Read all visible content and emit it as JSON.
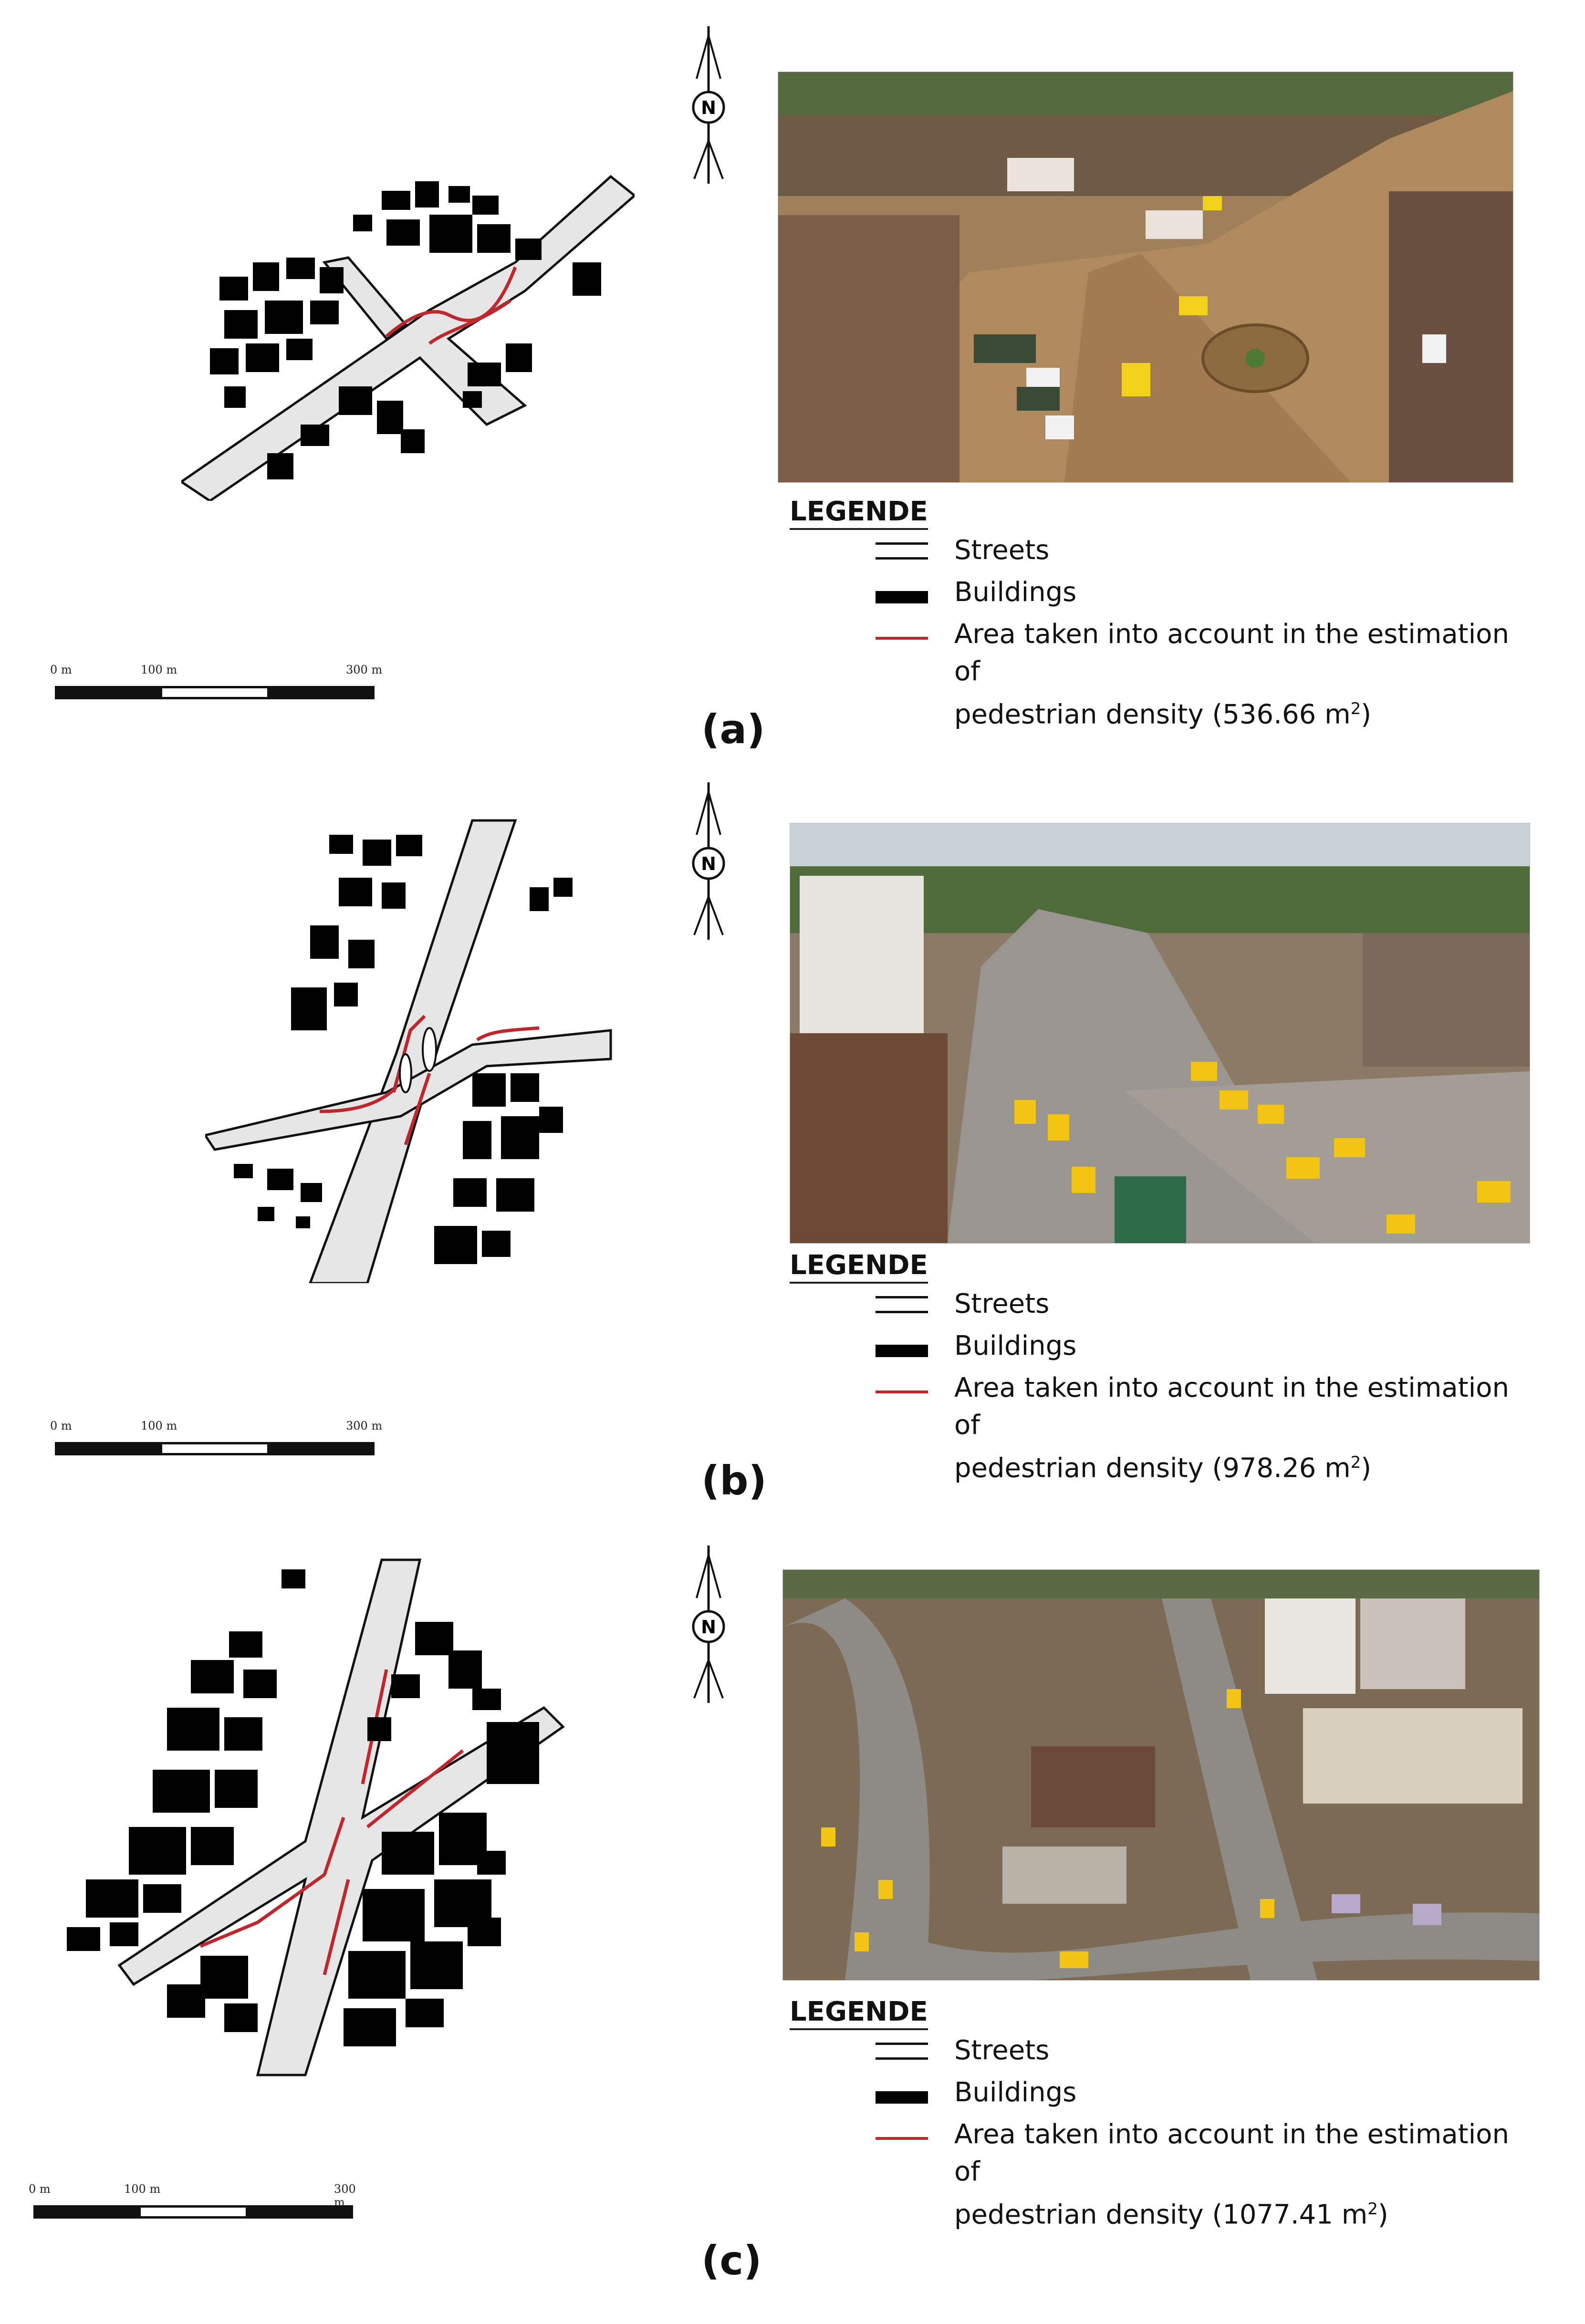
{
  "panels": [
    {
      "id": "a",
      "label": "(a)",
      "legend": {
        "title": "LEGENDE",
        "streets": "Streets",
        "buildings": "Buildings",
        "area_line1": "Area taken into account in the estimation of",
        "area_line2_prefix": "pedestrian density (",
        "area_value": "536.66",
        "area_unit": "m",
        "area_sup": "2",
        "area_suffix": ")"
      },
      "scale": {
        "zero": "0 m",
        "mid": "100 m",
        "max": "300 m"
      },
      "north": "N",
      "photo_alt": "aerial photo of roundabout intersection"
    },
    {
      "id": "b",
      "label": "(b)",
      "legend": {
        "title": "LEGENDE",
        "streets": "Streets",
        "buildings": "Buildings",
        "area_line1": "Area taken into account in the estimation of",
        "area_line2_prefix": "pedestrian density (",
        "area_value": "978.26",
        "area_unit": "m",
        "area_sup": "2",
        "area_suffix": ")"
      },
      "scale": {
        "zero": "0 m",
        "mid": "100 m",
        "max": "300 m"
      },
      "north": "N",
      "photo_alt": "aerial photo of boulevard junction with taxis"
    },
    {
      "id": "c",
      "label": "(c)",
      "legend": {
        "title": "LEGENDE",
        "streets": "Streets",
        "buildings": "Buildings",
        "area_line1": "Area taken into account in the estimation of",
        "area_line2_prefix": "pedestrian density (",
        "area_value": "1077.41",
        "area_unit": "m",
        "area_sup": "2",
        "area_suffix": ")"
      },
      "scale": {
        "zero": "0 m",
        "mid": "100 m",
        "max": "300 m"
      },
      "north": "N",
      "photo_alt": "aerial photo of market junction"
    }
  ],
  "colors": {
    "street_fill": "#e6e6e6",
    "building": "#000000",
    "pedestrian_area": "#c0272d"
  }
}
